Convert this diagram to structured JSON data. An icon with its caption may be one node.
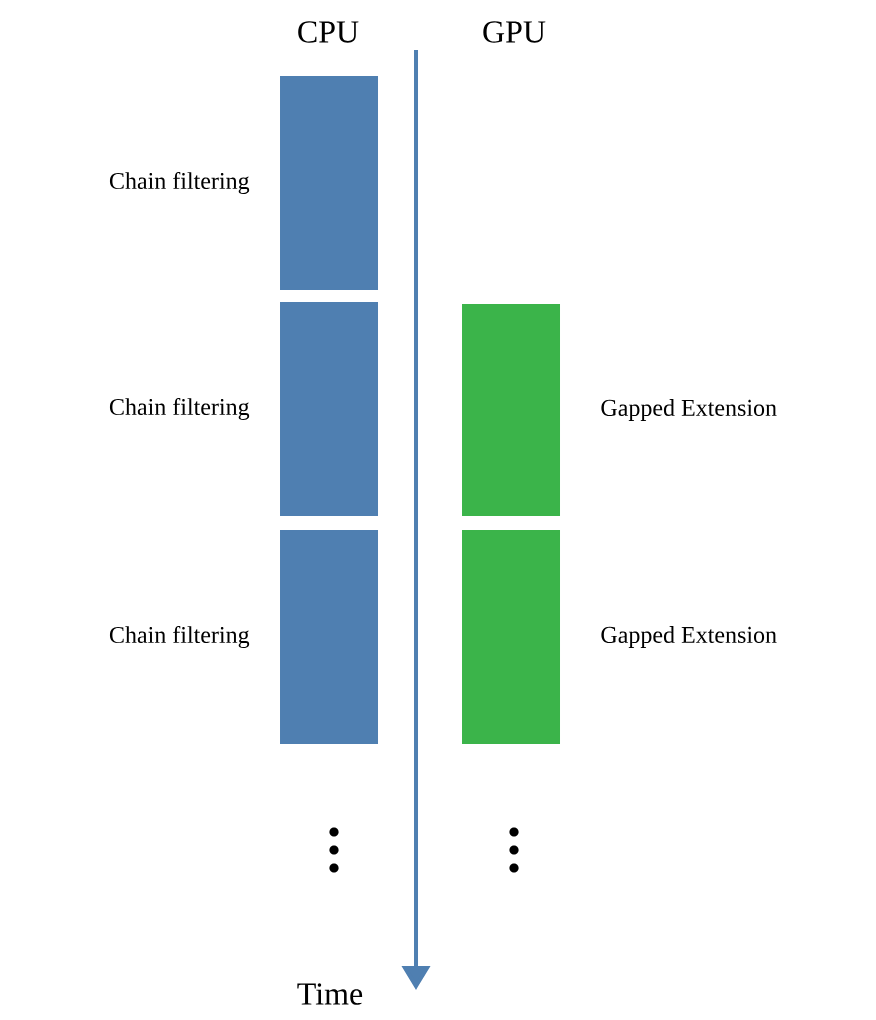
{
  "diagram": {
    "nodes": [
      {
        "text": [],
        "shape": "box",
        "beside": [
          "Chain filtering"
        ]
      },
      {
        "text": [],
        "shape": "box",
        "beside": [
          "Chain filtering"
        ]
      },
      {
        "text": [],
        "shape": "box",
        "beside": [
          "Chain filtering"
        ]
      },
      {
        "text": [],
        "shape": "box",
        "beside": [
          "Gapped Extension"
        ]
      },
      {
        "text": [],
        "shape": "box",
        "beside": [
          "Gapped Extension"
        ]
      }
    ],
    "labels": [
      "CPU",
      "GPU",
      "Time"
    ]
  }
}
